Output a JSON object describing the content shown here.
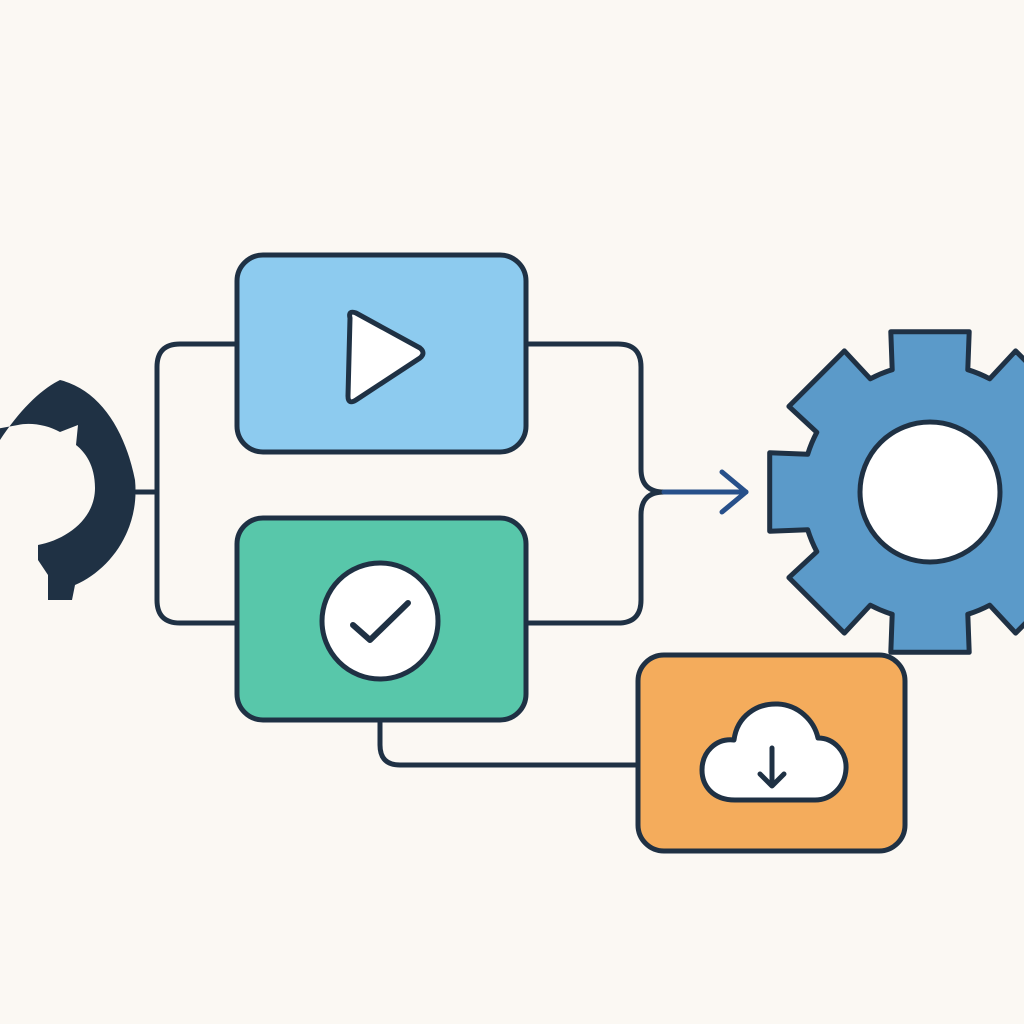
{
  "diagram": {
    "background": "#FBF8F3",
    "outline_color": "#1F3144",
    "nodes": [
      {
        "id": "source",
        "icon": "octocat-icon",
        "color": "#1F3144"
      },
      {
        "id": "run",
        "icon": "play-icon",
        "color": "#8DCBEF"
      },
      {
        "id": "test",
        "icon": "check-circle-icon",
        "color": "#58C7AA"
      },
      {
        "id": "deploy",
        "icon": "cloud-download-icon",
        "color": "#F4AC5C"
      },
      {
        "id": "target",
        "icon": "gear-icon",
        "color": "#5B9AC9"
      }
    ],
    "edges": [
      {
        "from": "source",
        "to": "run"
      },
      {
        "from": "source",
        "to": "test"
      },
      {
        "from": "run",
        "to": "target"
      },
      {
        "from": "test",
        "to": "target"
      },
      {
        "from": "test",
        "to": "deploy"
      }
    ],
    "arrow_color": "#27508A",
    "icon_fill": "#FFFFFF"
  }
}
